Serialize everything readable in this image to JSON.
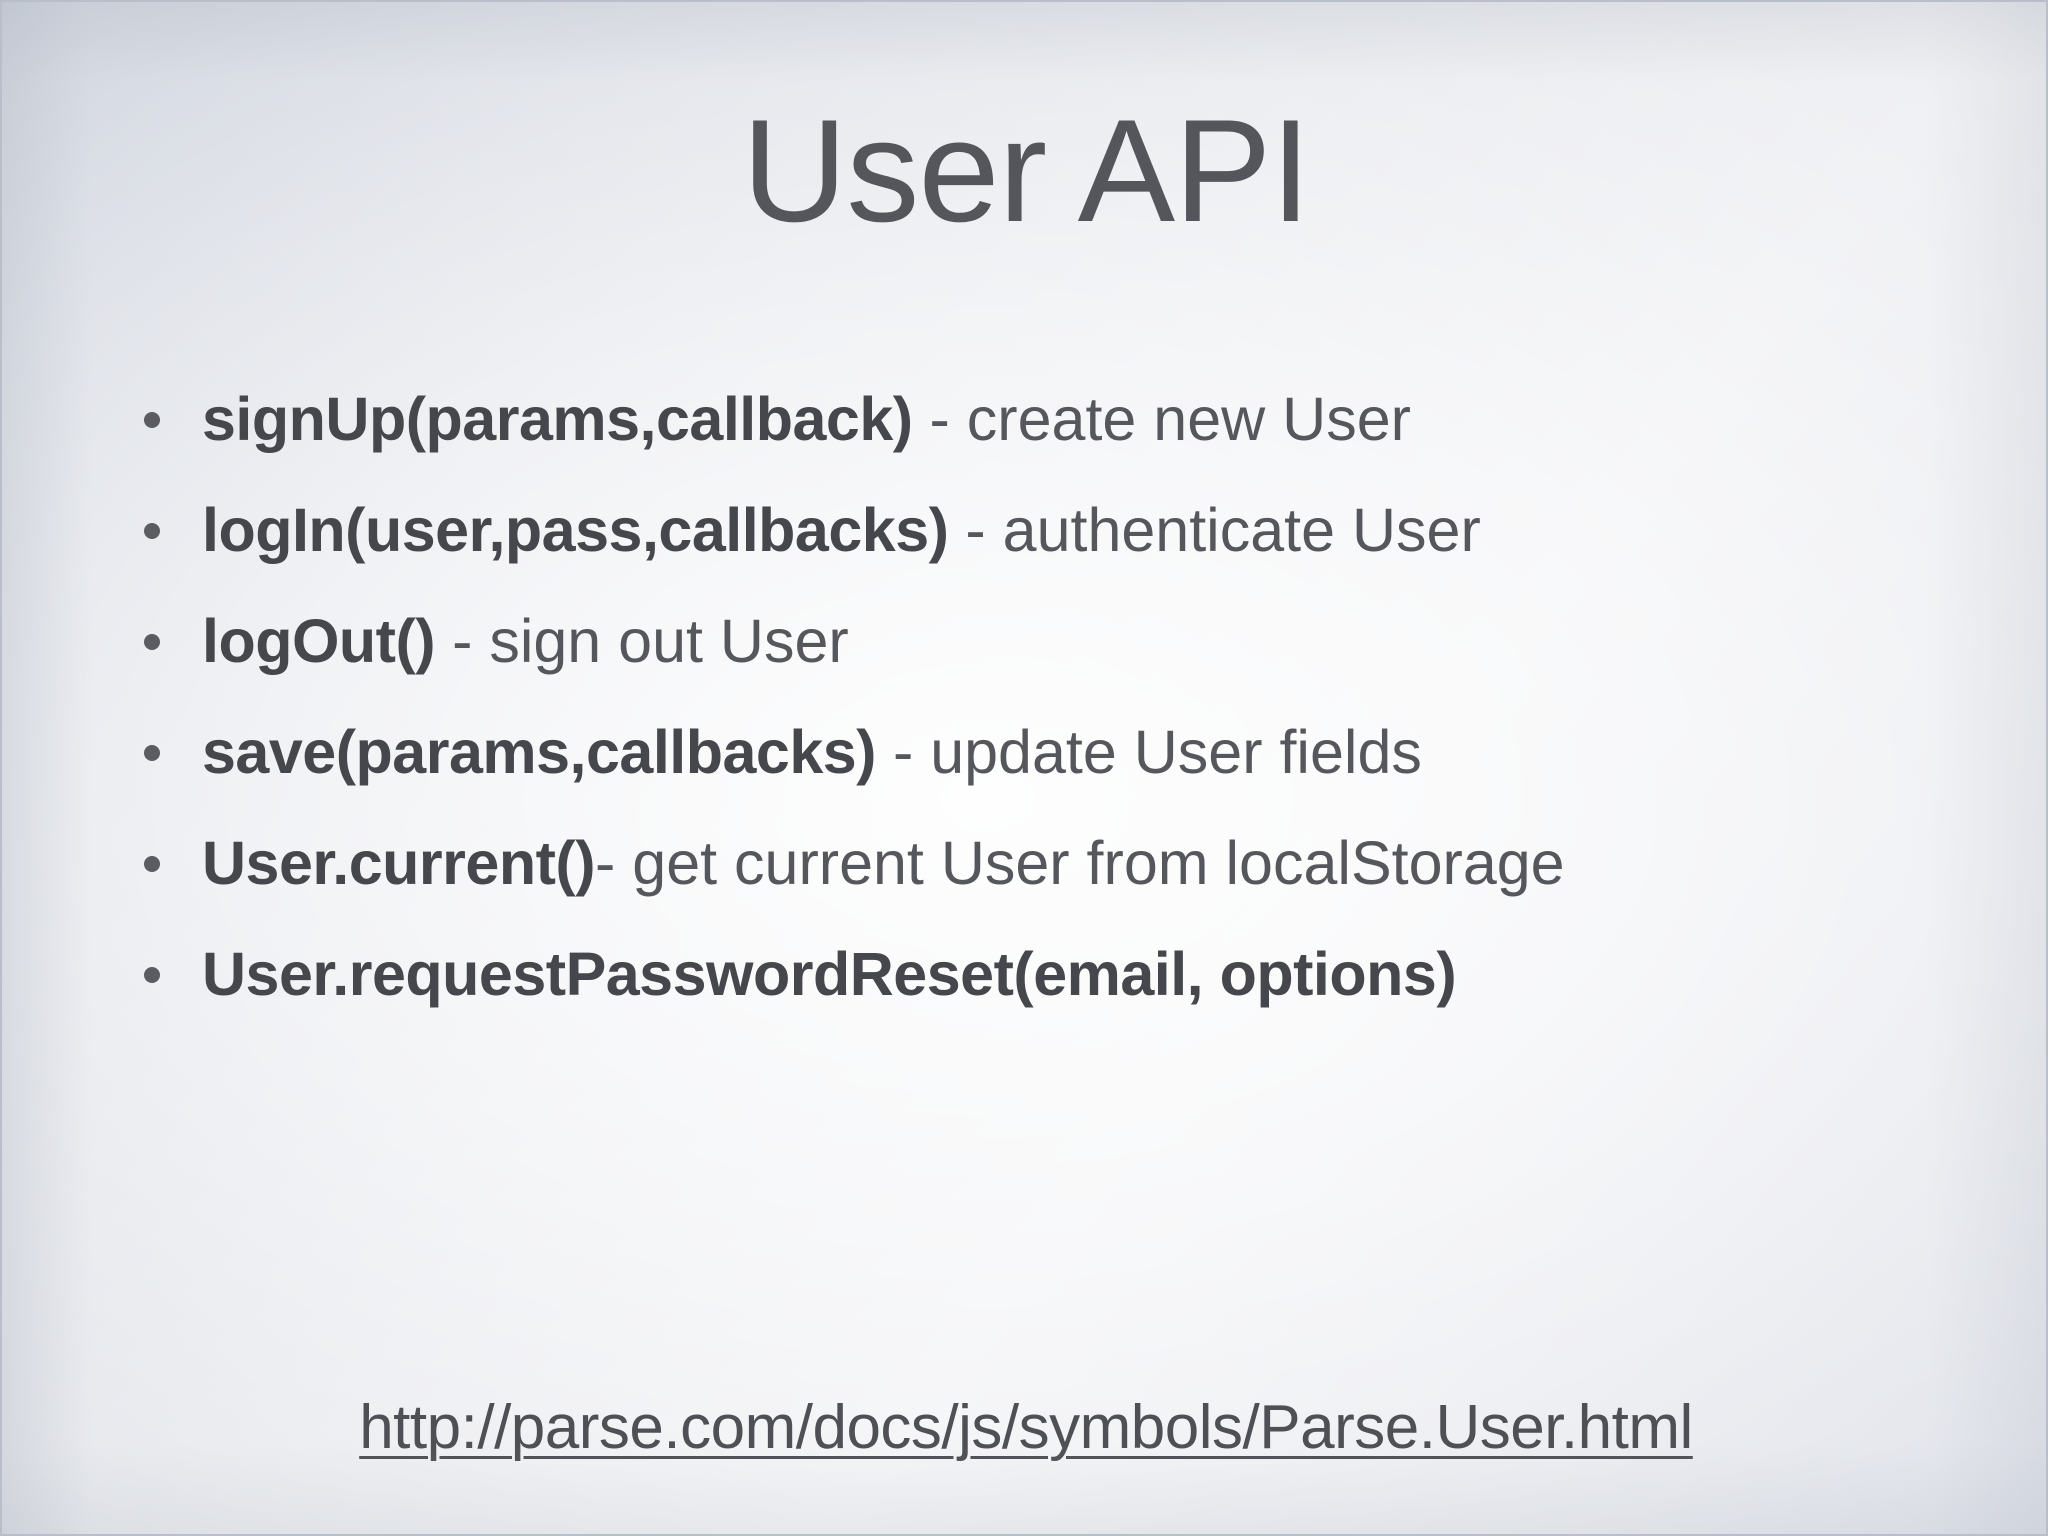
{
  "slide": {
    "title": "User API",
    "background": {
      "top_left_color": "#d2d7e0",
      "center_color": "#f0f1f4",
      "bottom_right_color": "#e4e7ec",
      "border_color": "#b9bec8"
    },
    "text_colors": {
      "title": "#55565b",
      "api_name": "#46474c",
      "description": "#56575c",
      "link": "#4f5055",
      "bullet_dot": "#5b5c61"
    },
    "bullets": [
      {
        "name": "signUp(params,callback)",
        "description": " - create new User"
      },
      {
        "name": "logIn(user,pass,callbacks)",
        "description": " - authenticate User"
      },
      {
        "name": "logOut()",
        "description": " - sign out User"
      },
      {
        "name": "save(params,callbacks)",
        "description": " - update User fields"
      },
      {
        "name": "User.current()",
        "description": "- get current User from localStorage"
      },
      {
        "name": "User.requestPasswordReset(email, options)",
        "description": ""
      }
    ],
    "footer": {
      "url_text": "http://parse.com/docs/js/symbols/Parse.User.html"
    }
  }
}
